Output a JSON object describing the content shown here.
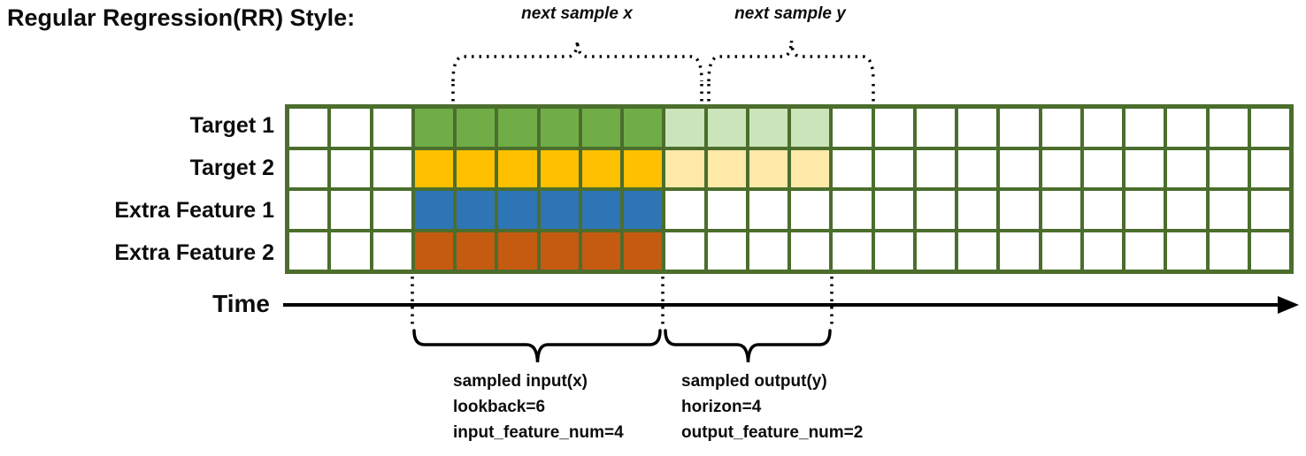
{
  "title": "Regular Regression(RR) Style:",
  "colors": {
    "grid_border": "#4b6e2d",
    "target1_solid": "#70ad47",
    "target1_light": "#cbe4ba",
    "target2_solid": "#ffc000",
    "target2_light": "#ffe9a8",
    "extra1_solid": "#2e75b6",
    "extra2_solid": "#c55a11"
  },
  "grid": {
    "columns": 24,
    "rows": [
      {
        "label": "Target 1",
        "solid_color": "#70ad47",
        "light_color": "#cbe4ba",
        "solid_range": [
          3,
          8
        ],
        "light_range": [
          9,
          12
        ]
      },
      {
        "label": "Target 2",
        "solid_color": "#ffc000",
        "light_color": "#ffe9a8",
        "solid_range": [
          3,
          8
        ],
        "light_range": [
          9,
          12
        ]
      },
      {
        "label": "Extra Feature 1",
        "solid_color": "#2e75b6",
        "light_color": null,
        "solid_range": [
          3,
          8
        ],
        "light_range": null
      },
      {
        "label": "Extra Feature 2",
        "solid_color": "#c55a11",
        "light_color": null,
        "solid_range": [
          3,
          8
        ],
        "light_range": null
      }
    ]
  },
  "annotations": {
    "next_sample_x": "next sample x",
    "next_sample_y": "next sample y",
    "time_label": "Time",
    "input_lines": [
      "sampled input(x)",
      "lookback=6",
      "input_feature_num=4"
    ],
    "output_lines": [
      "sampled output(y)",
      "horizon=4",
      "output_feature_num=2"
    ]
  }
}
